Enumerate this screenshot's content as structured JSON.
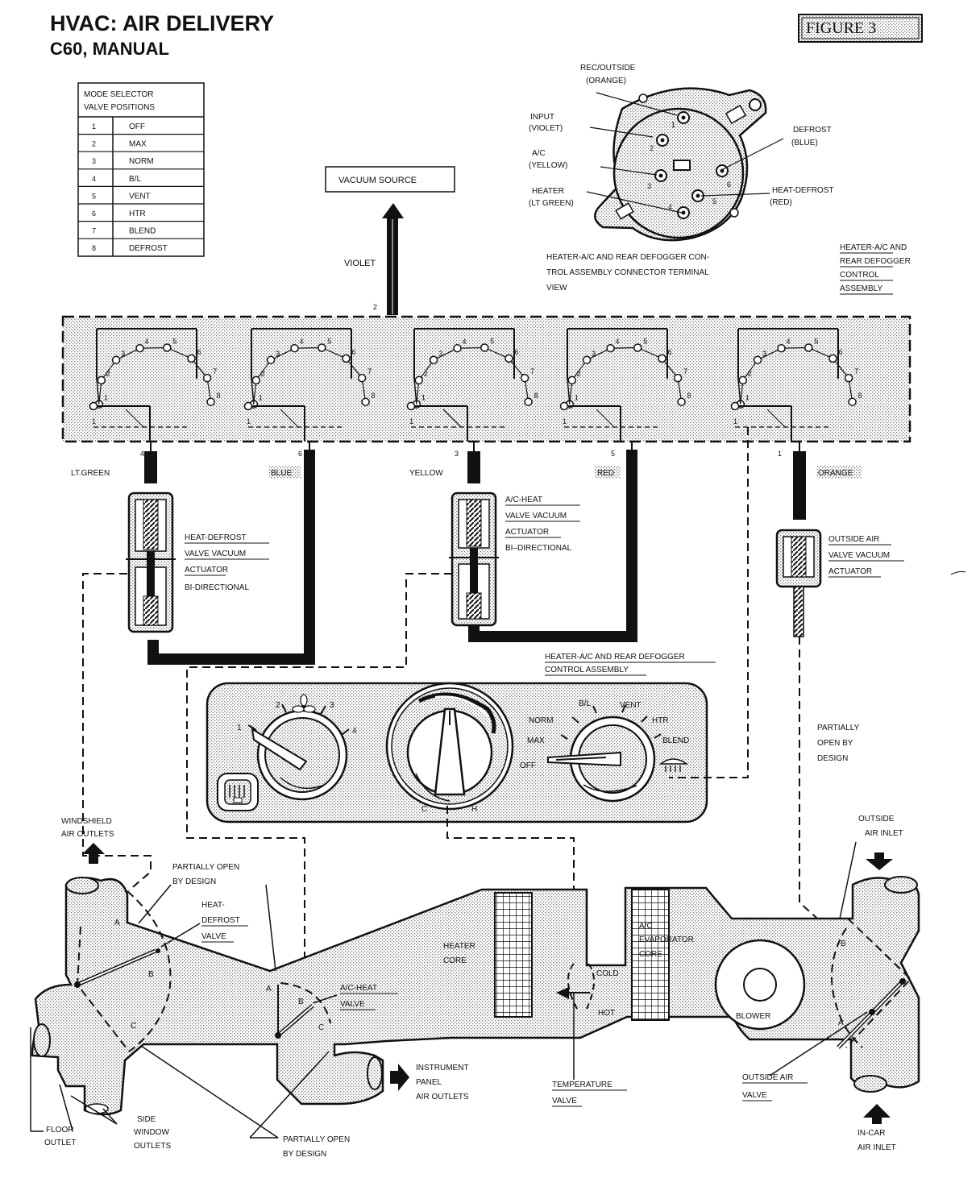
{
  "header": {
    "title": "HVAC: AIR DELIVERY",
    "subtitle": "C60, MANUAL",
    "figure_label": "FIGURE 3"
  },
  "mode_table": {
    "title_line1": "MODE SELECTOR",
    "title_line2": "VALVE POSITIONS",
    "rows": [
      {
        "num": "1",
        "label": "OFF"
      },
      {
        "num": "2",
        "label": "MAX"
      },
      {
        "num": "3",
        "label": "NORM"
      },
      {
        "num": "4",
        "label": "B/L"
      },
      {
        "num": "5",
        "label": "VENT"
      },
      {
        "num": "6",
        "label": "HTR"
      },
      {
        "num": "7",
        "label": "BLEND"
      },
      {
        "num": "8",
        "label": "DEFROST"
      }
    ]
  },
  "vacuum_source": {
    "label": "VACUUM SOURCE",
    "line": "VIOLET",
    "terminal": "2"
  },
  "connector": {
    "rec_outside": "REC/OUTSIDE",
    "rec_outside_color": "(ORANGE)",
    "input": "INPUT",
    "input_color": "(VIOLET)",
    "ac": "A/C",
    "ac_color": "(YELLOW)",
    "heater": "HEATER",
    "heater_color": "(LT GREEN)",
    "defrost": "DEFROST",
    "defrost_color": "(BLUE)",
    "heat_defrost": "HEAT-DEFROST",
    "heat_defrost_color": "(RED)",
    "pins": [
      "1",
      "2",
      "3",
      "4",
      "5",
      "6"
    ],
    "caption_line1": "HEATER-A/C AND REAR DEFOGGER CON-",
    "caption_line2": "TROL ASSEMBLY CONNECTOR TERMINAL",
    "caption_line3": "VIEW"
  },
  "control_assembly_label": {
    "line1": "HEATER-A/C AND",
    "line2": "REAR DEFOGGER",
    "line3": "CONTROL",
    "line4": "ASSEMBLY"
  },
  "switch_numbers": [
    "1",
    "2",
    "3",
    "4",
    "5",
    "6",
    "7",
    "8"
  ],
  "hoses": {
    "lt_green": {
      "label": "LT.GREEN",
      "terminal": "4"
    },
    "blue": {
      "label": "BLUE",
      "terminal": "6"
    },
    "yellow": {
      "label": "YELLOW",
      "terminal": "3"
    },
    "red": {
      "label": "RED",
      "terminal": "5"
    },
    "orange": {
      "label": "ORANGE",
      "terminal": "1"
    }
  },
  "actuators": {
    "heat_defrost": [
      "HEAT-DEFROST",
      "VALVE VACUUM",
      "ACTUATOR",
      "BI-DIRECTIONAL"
    ],
    "ac_heat": [
      "A/C-HEAT",
      "VALVE VACUUM",
      "ACTUATOR",
      "BI–DIRECTIONAL"
    ],
    "outside_air": [
      "OUTSIDE AIR",
      "VALVE VACUUM",
      "ACTUATOR"
    ]
  },
  "control_panel": {
    "label_line1": "HEATER-A/C AND REAR DEFOGGER",
    "label_line2": "CONTROL ASSEMBLY",
    "fan_speeds": [
      "1",
      "2",
      "3",
      "4"
    ],
    "temp_cold": "C",
    "temp_hot": "H",
    "modes": {
      "norm": "NORM",
      "bl": "B/L",
      "vent": "VENT",
      "htr": "HTR",
      "max": "MAX",
      "blend": "BLEND",
      "off": "OFF"
    }
  },
  "ducts": {
    "windshield_outlets": [
      "WINDSHIELD",
      "AIR OUTLETS"
    ],
    "partially_open_top": [
      "PARTIALLY OPEN",
      "BY DESIGN"
    ],
    "heat_defrost_valve": [
      "HEAT-",
      "DEFROST",
      "VALVE"
    ],
    "heater_core": [
      "HEATER",
      "CORE"
    ],
    "ac_heat_valve": [
      "A/C-HEAT",
      "VALVE"
    ],
    "evaporator": [
      "A/C",
      "EVAPORATOR",
      "CORE"
    ],
    "cold": "COLD",
    "hot": "HOT",
    "blower": "BLOWER",
    "partially_open_right": [
      "PARTIALLY",
      "OPEN BY",
      "DESIGN"
    ],
    "outside_air_inlet": [
      "OUTSIDE",
      "AIR INLET"
    ],
    "instrument_panel_outlets": [
      "INSTRUMENT",
      "PANEL",
      "AIR OUTLETS"
    ],
    "temperature_valve": [
      "TEMPERATURE",
      "VALVE"
    ],
    "outside_air_valve": [
      "OUTSIDE AIR",
      "VALVE"
    ],
    "in_car_inlet": [
      "IN-CAR",
      "AIR INLET"
    ],
    "floor_outlet": [
      "FLOOR",
      "OUTLET"
    ],
    "side_window_outlets": [
      "SIDE",
      "WINDOW",
      "OUTLETS"
    ],
    "partially_open_bottom": [
      "PARTIALLY OPEN",
      "BY DESIGN"
    ],
    "door_letters": {
      "a": "A",
      "b": "B",
      "c": "C"
    }
  }
}
